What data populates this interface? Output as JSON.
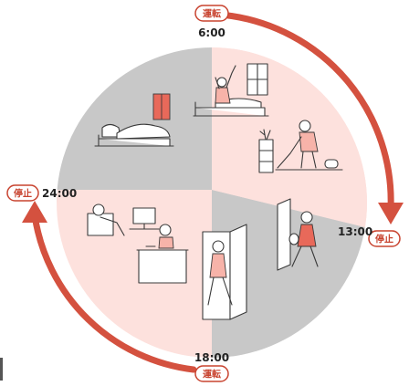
{
  "times": {
    "top": "6:00",
    "right": "13:00",
    "bottom": "18:00",
    "left": "24:00"
  },
  "badges": {
    "top": "運転",
    "right": "停止",
    "bottom": "運転",
    "left": "停止"
  },
  "colors": {
    "arrow": "#d4513f",
    "pink_sector": "#fde1dd",
    "gray_sector": "#c8c8c8",
    "accent": "#e8695a"
  },
  "sectors": [
    {
      "span": "24:00-6:00",
      "scene": "sleeping",
      "shade": "gray"
    },
    {
      "span": "6:00-13:00",
      "scene": "waking-and-vacuuming",
      "shade": "pink"
    },
    {
      "span": "13:00-18:00",
      "scene": "going-out",
      "shade": "gray"
    },
    {
      "span": "18:00-24:00",
      "scene": "returning-cooking-relaxing",
      "shade": "pink"
    }
  ]
}
